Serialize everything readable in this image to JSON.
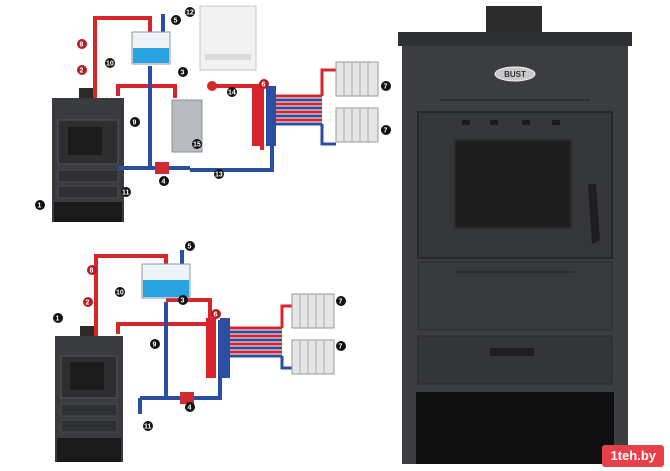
{
  "brand_plate": "BUST",
  "watermark": "1teh.by",
  "labels": {
    "n1": "1",
    "n2": "2",
    "n3": "3",
    "n4": "4",
    "n5": "5",
    "n6": "6",
    "n7": "7",
    "n8": "8",
    "n9": "9",
    "n10": "10",
    "n11": "11",
    "n12": "12",
    "n13": "13",
    "n14": "14",
    "n15": "15"
  }
}
